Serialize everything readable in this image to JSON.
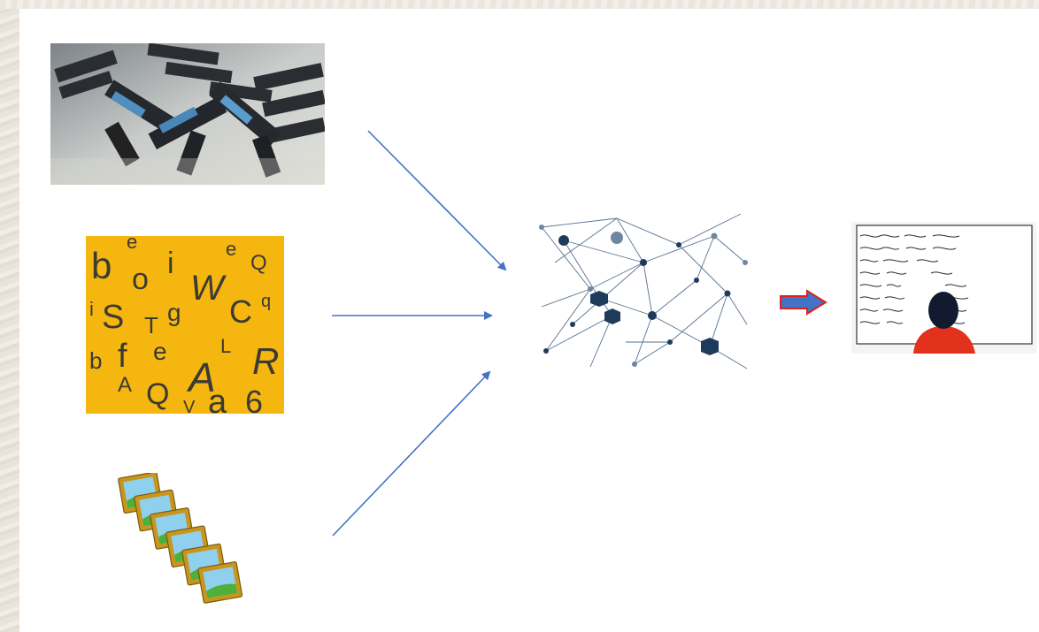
{
  "diagram": {
    "inputs": [
      {
        "name": "weapons-photo",
        "icon": "handguns-photo"
      },
      {
        "name": "letters-tile",
        "icon": "scattered-letters",
        "letters": [
          "b",
          "e",
          "o",
          "i",
          "e",
          "Q",
          "W",
          "i",
          "S",
          "T",
          "g",
          "C",
          "q",
          "b",
          "f",
          "e",
          "L",
          "A",
          "Q",
          "A",
          "R",
          "V",
          "a",
          "6"
        ]
      },
      {
        "name": "picture-stack",
        "icon": "stacked-picture-frames"
      }
    ],
    "model": {
      "name": "neural-network",
      "icon": "network-graph"
    },
    "output": {
      "name": "handwriting-result",
      "icon": "person-reading-handwritten-page"
    },
    "colors": {
      "arrow": "#4472c4",
      "block_arrow_fill": "#4472c4",
      "block_arrow_outline": "#e0201b",
      "letters_bg": "#f5b60f",
      "network_line": "#3a5a7e",
      "network_node": "#1f3b5c"
    }
  }
}
